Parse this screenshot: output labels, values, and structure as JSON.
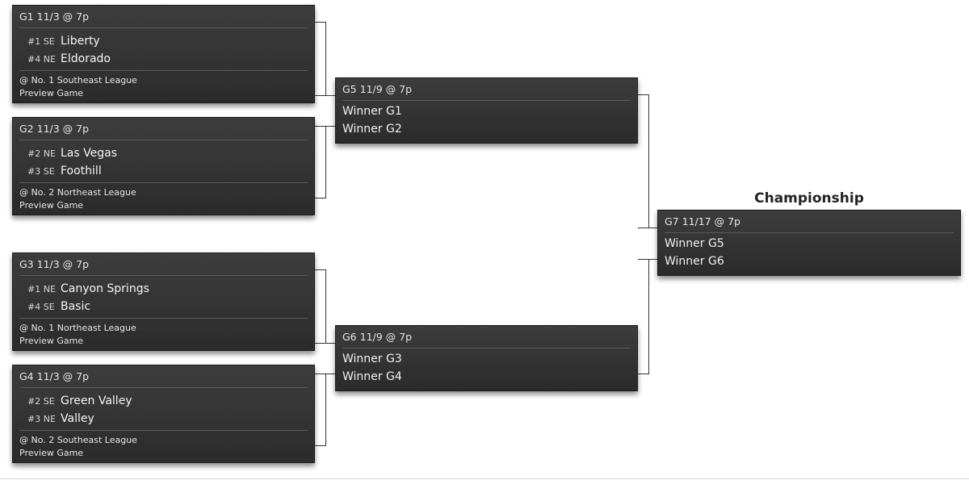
{
  "round1": [
    {
      "id": "G1",
      "header": "G1 11/3 @ 7p",
      "teams": [
        {
          "seed": "#1 SE",
          "name": "Liberty"
        },
        {
          "seed": "#4 NE",
          "name": "Eldorado"
        }
      ],
      "note": [
        "@ No. 1 Southeast League",
        "Preview Game"
      ]
    },
    {
      "id": "G2",
      "header": "G2 11/3 @ 7p",
      "teams": [
        {
          "seed": "#2 NE",
          "name": "Las Vegas"
        },
        {
          "seed": "#3 SE",
          "name": "Foothill"
        }
      ],
      "note": [
        "@ No. 2 Northeast League",
        "Preview Game"
      ]
    },
    {
      "id": "G3",
      "header": "G3 11/3 @ 7p",
      "teams": [
        {
          "seed": "#1 NE",
          "name": "Canyon Springs"
        },
        {
          "seed": "#4 SE",
          "name": "Basic"
        }
      ],
      "note": [
        "@ No. 1 Northeast League",
        "Preview Game"
      ]
    },
    {
      "id": "G4",
      "header": "G4 11/3 @ 7p",
      "teams": [
        {
          "seed": "#2 SE",
          "name": "Green Valley"
        },
        {
          "seed": "#3 NE",
          "name": "Valley"
        }
      ],
      "note": [
        "@ No. 2 Southeast League",
        "Preview Game"
      ]
    }
  ],
  "round2": [
    {
      "id": "G5",
      "header": "G5 11/9 @ 7p",
      "slots": [
        "Winner G1",
        "Winner G2"
      ]
    },
    {
      "id": "G6",
      "header": "G6 11/9 @ 7p",
      "slots": [
        "Winner G3",
        "Winner G4"
      ]
    }
  ],
  "final": {
    "title": "Championship",
    "id": "G7",
    "header": "G7 11/17 @ 7p",
    "slots": [
      "Winner G5",
      "Winner G6"
    ]
  },
  "colors": {
    "box": "#2f2f2f",
    "box_text": "#f2f2f2",
    "connector": "#333333",
    "title": "#222222"
  }
}
